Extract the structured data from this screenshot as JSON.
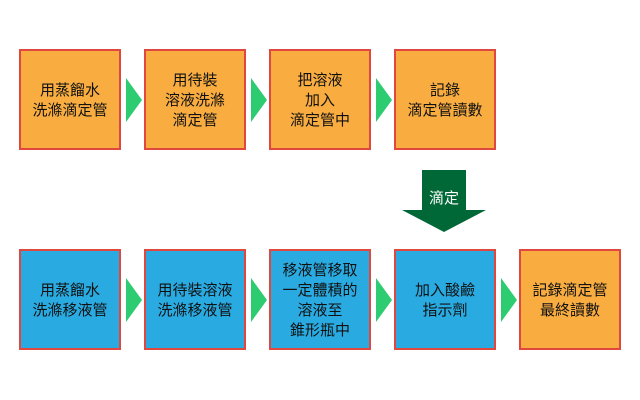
{
  "colors": {
    "orange": "#f9ad41",
    "blue": "#29abe2",
    "border": "#e0473e",
    "arrow": "#2ecc71",
    "down_arrow": "#006837"
  },
  "top_row": [
    {
      "label": "用蒸餾水\n洗滌滴定管",
      "color": "orange"
    },
    {
      "label": "用待裝\n溶液洗滌\n滴定管",
      "color": "orange"
    },
    {
      "label": "把溶液\n加入\n滴定管中",
      "color": "orange"
    },
    {
      "label": "記錄\n滴定管讀數",
      "color": "orange"
    }
  ],
  "connector": {
    "label": "滴定"
  },
  "bottom_row": [
    {
      "label": "用蒸餾水\n洗滌移液管",
      "color": "blue"
    },
    {
      "label": "用待裝溶液\n洗滌移液管",
      "color": "blue"
    },
    {
      "label": "移液管移取\n一定體積的\n溶液至\n錐形瓶中",
      "color": "blue"
    },
    {
      "label": "加入酸鹼\n指示劑",
      "color": "blue"
    },
    {
      "label": "記錄滴定管\n最終讀數",
      "color": "orange"
    }
  ]
}
